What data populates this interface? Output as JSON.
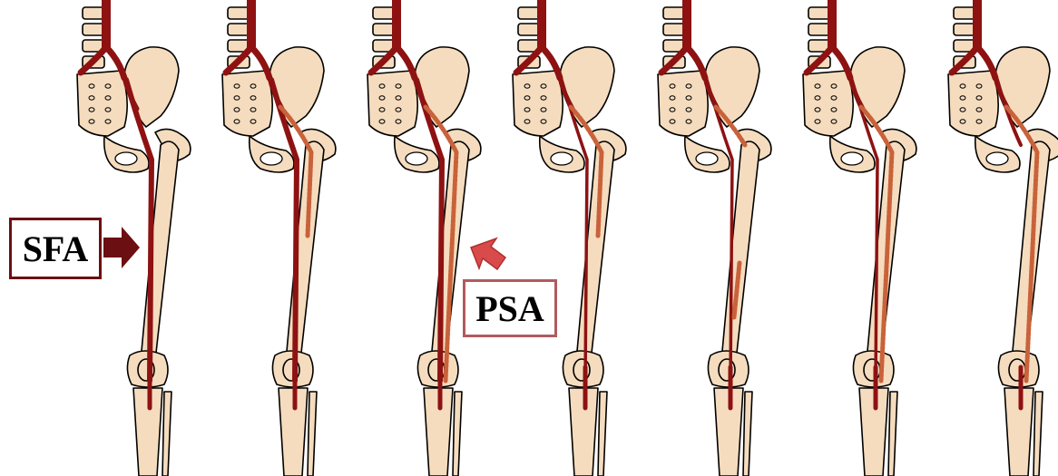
{
  "labels": {
    "sfa": "SFA",
    "psa": "PSA"
  },
  "colors": {
    "bone": "#f5dcbe",
    "bone_outline": "#000000",
    "artery": "#8e1212",
    "artery_dark": "#5e0a0a",
    "persistent_sciatic": "#c9623a",
    "sfa_arrow": "#6b0f12",
    "psa_arrow": "#d94a4a"
  },
  "panels": [
    {
      "id": "type-1",
      "sfa": "complete",
      "psa": "absent"
    },
    {
      "id": "type-2",
      "sfa": "complete",
      "psa": "partial-proximal"
    },
    {
      "id": "type-3",
      "sfa": "complete",
      "psa": "complete"
    },
    {
      "id": "type-4",
      "sfa": "hypoplastic",
      "psa": "partial-proximal"
    },
    {
      "id": "type-5",
      "sfa": "hypoplastic",
      "psa": "partial-distal"
    },
    {
      "id": "type-6",
      "sfa": "hypoplastic",
      "psa": "complete"
    },
    {
      "id": "type-7",
      "sfa": "absent",
      "psa": "complete"
    }
  ]
}
